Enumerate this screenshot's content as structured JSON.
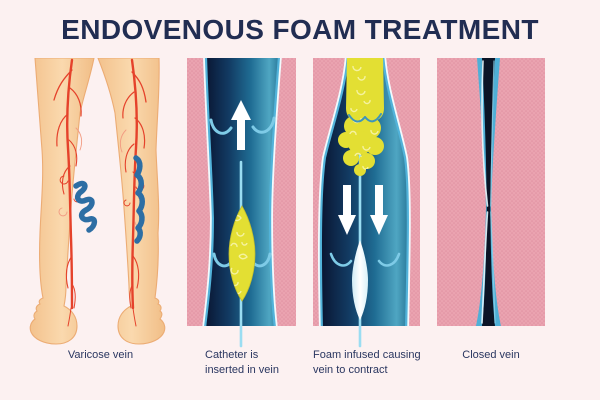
{
  "title": "ENDOVENOUS FOAM TREATMENT",
  "panels": [
    {
      "name": "varicose-vein-legs",
      "caption_lines": [
        "Varicose vein"
      ]
    },
    {
      "name": "catheter-insertion",
      "caption_lines": [
        "Catheter is",
        "inserted in vein"
      ]
    },
    {
      "name": "foam-infusion",
      "caption_lines": [
        "Foam infused causing",
        "vein to contract"
      ]
    },
    {
      "name": "closed-vein",
      "caption_lines": [
        "Closed vein"
      ]
    }
  ],
  "icons": {
    "catheter_panel_arrow": "up-arrow-icon",
    "foam_panel_arrows": "down-arrow-icon"
  },
  "colors": {
    "page_background": "#FCF1F1",
    "title_text": "#212D52",
    "caption_text": "#2A3660",
    "tissue_pink": "#EAA3B0",
    "tissue_dot": "#E091A1",
    "vein_wall_blue": "#52B3DA",
    "vein_wall_highlight": "#F2FAFD",
    "vein_interior_dark": "#0A1734",
    "vein_interior_teal": "#2F7FA0",
    "valve_blue": "#7ECBE7",
    "foam_yellow": "#E3DF33",
    "foam_texture": "#F5F2A0",
    "catheter_line_blue": "#9ADDF2",
    "catheter_tip_white": "#FFFFFF",
    "arrow_white": "#FFFFFF",
    "skin": "#F7CB98",
    "skin_outline": "#ECAC74",
    "artery_red": "#E5422B",
    "varicose_blue": "#2D6EA4"
  }
}
